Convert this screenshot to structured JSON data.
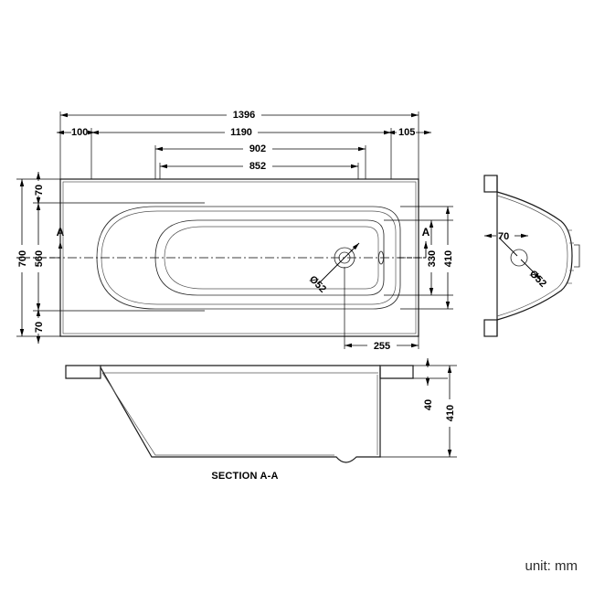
{
  "drawing": {
    "unit_note": "unit: mm",
    "views": {
      "plan": {
        "name": "plan-view",
        "section_marker_left": "A",
        "section_marker_right": "A",
        "drain_label": "Ø52"
      },
      "end": {
        "name": "end-view",
        "drain_label": "Ø52",
        "rim_dim": "70"
      },
      "section": {
        "name": "section-view",
        "title": "SECTION A-A"
      }
    },
    "dimensions": {
      "top": [
        {
          "id": "overall-length",
          "value": "1396"
        },
        {
          "id": "inner-length",
          "value": "1190"
        },
        {
          "id": "basin-length",
          "value": "902"
        },
        {
          "id": "basin-base-length",
          "value": "852"
        },
        {
          "id": "left-offset",
          "value": "100"
        },
        {
          "id": "right-offset",
          "value": "105"
        }
      ],
      "left": [
        {
          "id": "overall-width",
          "value": "700"
        },
        {
          "id": "inner-width",
          "value": "560"
        },
        {
          "id": "top-rim-width",
          "value": "70"
        },
        {
          "id": "bottom-rim-width",
          "value": "70"
        }
      ],
      "right": [
        {
          "id": "basin-depth-width",
          "value": "330"
        },
        {
          "id": "overall-height",
          "value": "410"
        }
      ],
      "bottom": [
        {
          "id": "drain-offset",
          "value": "255"
        }
      ],
      "section": [
        {
          "id": "rim-thickness",
          "value": "40"
        },
        {
          "id": "section-height",
          "value": "410"
        }
      ],
      "end_view": [
        {
          "id": "end-rim-offset",
          "value": "70"
        }
      ]
    },
    "colors": {
      "line": "#1a1a1a",
      "dimension": "#000000",
      "background": "#ffffff"
    }
  }
}
